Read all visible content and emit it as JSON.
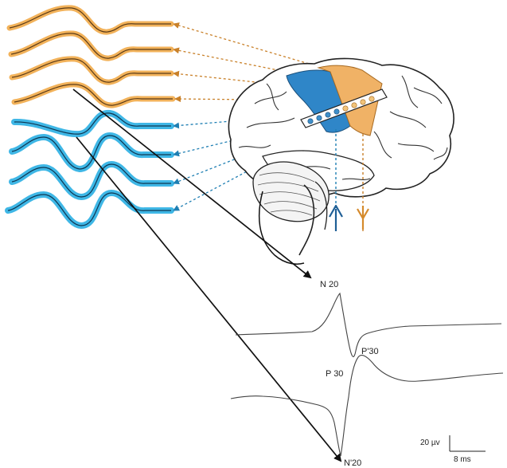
{
  "labels": {
    "n20": "N 20",
    "p30": "P 30",
    "p30_prime": "P'30",
    "n20_prime": "N'20",
    "amplitude_scale": "20 µv",
    "time_scale": "8 ms"
  },
  "colors": {
    "orange": "#f2b25a",
    "orange_dark": "#c9812a",
    "blue": "#3fb7e6",
    "blue_dark": "#1f7fb3",
    "cortex_blue": "#2f86c8",
    "cortex_orange": "#f0b266",
    "ink": "#111111",
    "trace": "#444444"
  },
  "icons": [
    "brain-illustration",
    "up-arrow-icon",
    "down-arrow-icon"
  ]
}
